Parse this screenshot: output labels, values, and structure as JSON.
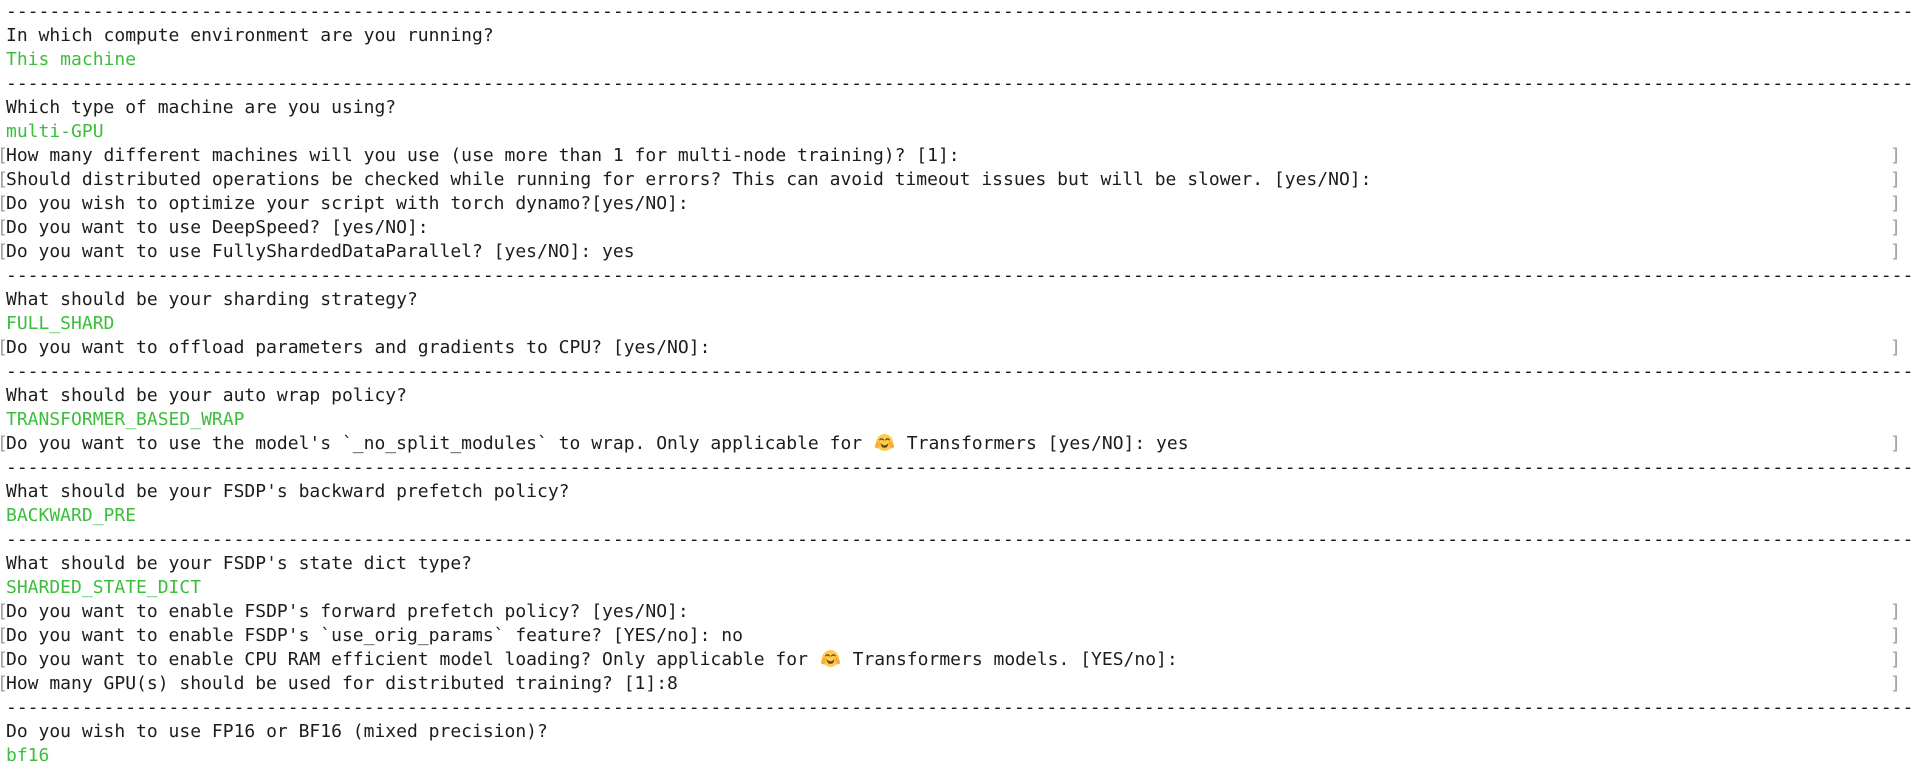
{
  "terminal": {
    "background_color": "#ffffff",
    "text_color": "#1c1c1c",
    "answer_color": "#3cbe3c",
    "bracket_color": "#9b9b9b",
    "separator_char": "-",
    "separator": "--------------------------------------------------------------------------------------------------------------------------------------------------------------------------------------------------------",
    "left_edge_marker": "[",
    "right_edge_marker": "]",
    "hugging_face_emoji": "hugging-face-emoji",
    "lines": [
      {
        "type": "separator"
      },
      {
        "type": "question",
        "text": "In which compute environment are you running?"
      },
      {
        "type": "answer",
        "text": "This machine"
      },
      {
        "type": "separator"
      },
      {
        "type": "question",
        "text": "Which type of machine are you using?"
      },
      {
        "type": "answer",
        "text": "multi-GPU"
      },
      {
        "type": "input",
        "text": "How many different machines will you use (use more than 1 for multi-node training)? [1]:"
      },
      {
        "type": "input",
        "text": "Should distributed operations be checked while running for errors? This can avoid timeout issues but will be slower. [yes/NO]:"
      },
      {
        "type": "input",
        "text": "Do you wish to optimize your script with torch dynamo?[yes/NO]:"
      },
      {
        "type": "input",
        "text": "Do you want to use DeepSpeed? [yes/NO]:"
      },
      {
        "type": "input",
        "text": "Do you want to use FullyShardedDataParallel? [yes/NO]: yes"
      },
      {
        "type": "separator"
      },
      {
        "type": "question",
        "text": "What should be your sharding strategy?"
      },
      {
        "type": "answer",
        "text": "FULL_SHARD"
      },
      {
        "type": "input",
        "text": "Do you want to offload parameters and gradients to CPU? [yes/NO]:"
      },
      {
        "type": "separator"
      },
      {
        "type": "question",
        "text": "What should be your auto wrap policy?"
      },
      {
        "type": "answer",
        "text": "TRANSFORMER_BASED_WRAP"
      },
      {
        "type": "input",
        "pre": "Do you want to use the model's `_no_split_modules` to wrap. Only applicable for ",
        "emoji": true,
        "post": " Transformers [yes/NO]: yes"
      },
      {
        "type": "separator"
      },
      {
        "type": "question",
        "text": "What should be your FSDP's backward prefetch policy?"
      },
      {
        "type": "answer",
        "text": "BACKWARD_PRE"
      },
      {
        "type": "separator"
      },
      {
        "type": "question",
        "text": "What should be your FSDP's state dict type?"
      },
      {
        "type": "answer",
        "text": "SHARDED_STATE_DICT"
      },
      {
        "type": "input",
        "text": "Do you want to enable FSDP's forward prefetch policy? [yes/NO]:"
      },
      {
        "type": "input",
        "text": "Do you want to enable FSDP's `use_orig_params` feature? [YES/no]: no"
      },
      {
        "type": "input",
        "pre": "Do you want to enable CPU RAM efficient model loading? Only applicable for ",
        "emoji": true,
        "post": " Transformers models. [YES/no]:"
      },
      {
        "type": "input",
        "text": "How many GPU(s) should be used for distributed training? [1]:8"
      },
      {
        "type": "separator"
      },
      {
        "type": "question",
        "text": "Do you wish to use FP16 or BF16 (mixed precision)?"
      },
      {
        "type": "answer",
        "text": "bf16"
      }
    ]
  }
}
